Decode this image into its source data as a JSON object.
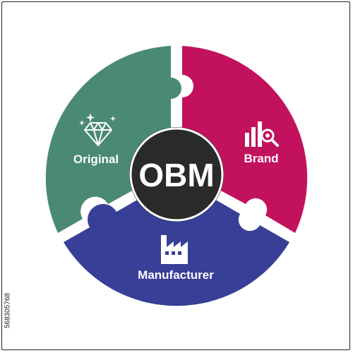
{
  "center": {
    "label": "OBM",
    "color": "#2a2a2a"
  },
  "segments": [
    {
      "key": "original",
      "label": "Original",
      "icon": "diamond-icon",
      "color": "#4a8a72"
    },
    {
      "key": "brand",
      "label": "Brand",
      "icon": "brand-chart-magnifier-icon",
      "color": "#c2125e"
    },
    {
      "key": "manufacturer",
      "label": "Manufacturer",
      "icon": "factory-icon",
      "color": "#373f96"
    }
  ],
  "watermark": {
    "id": "568305768"
  }
}
